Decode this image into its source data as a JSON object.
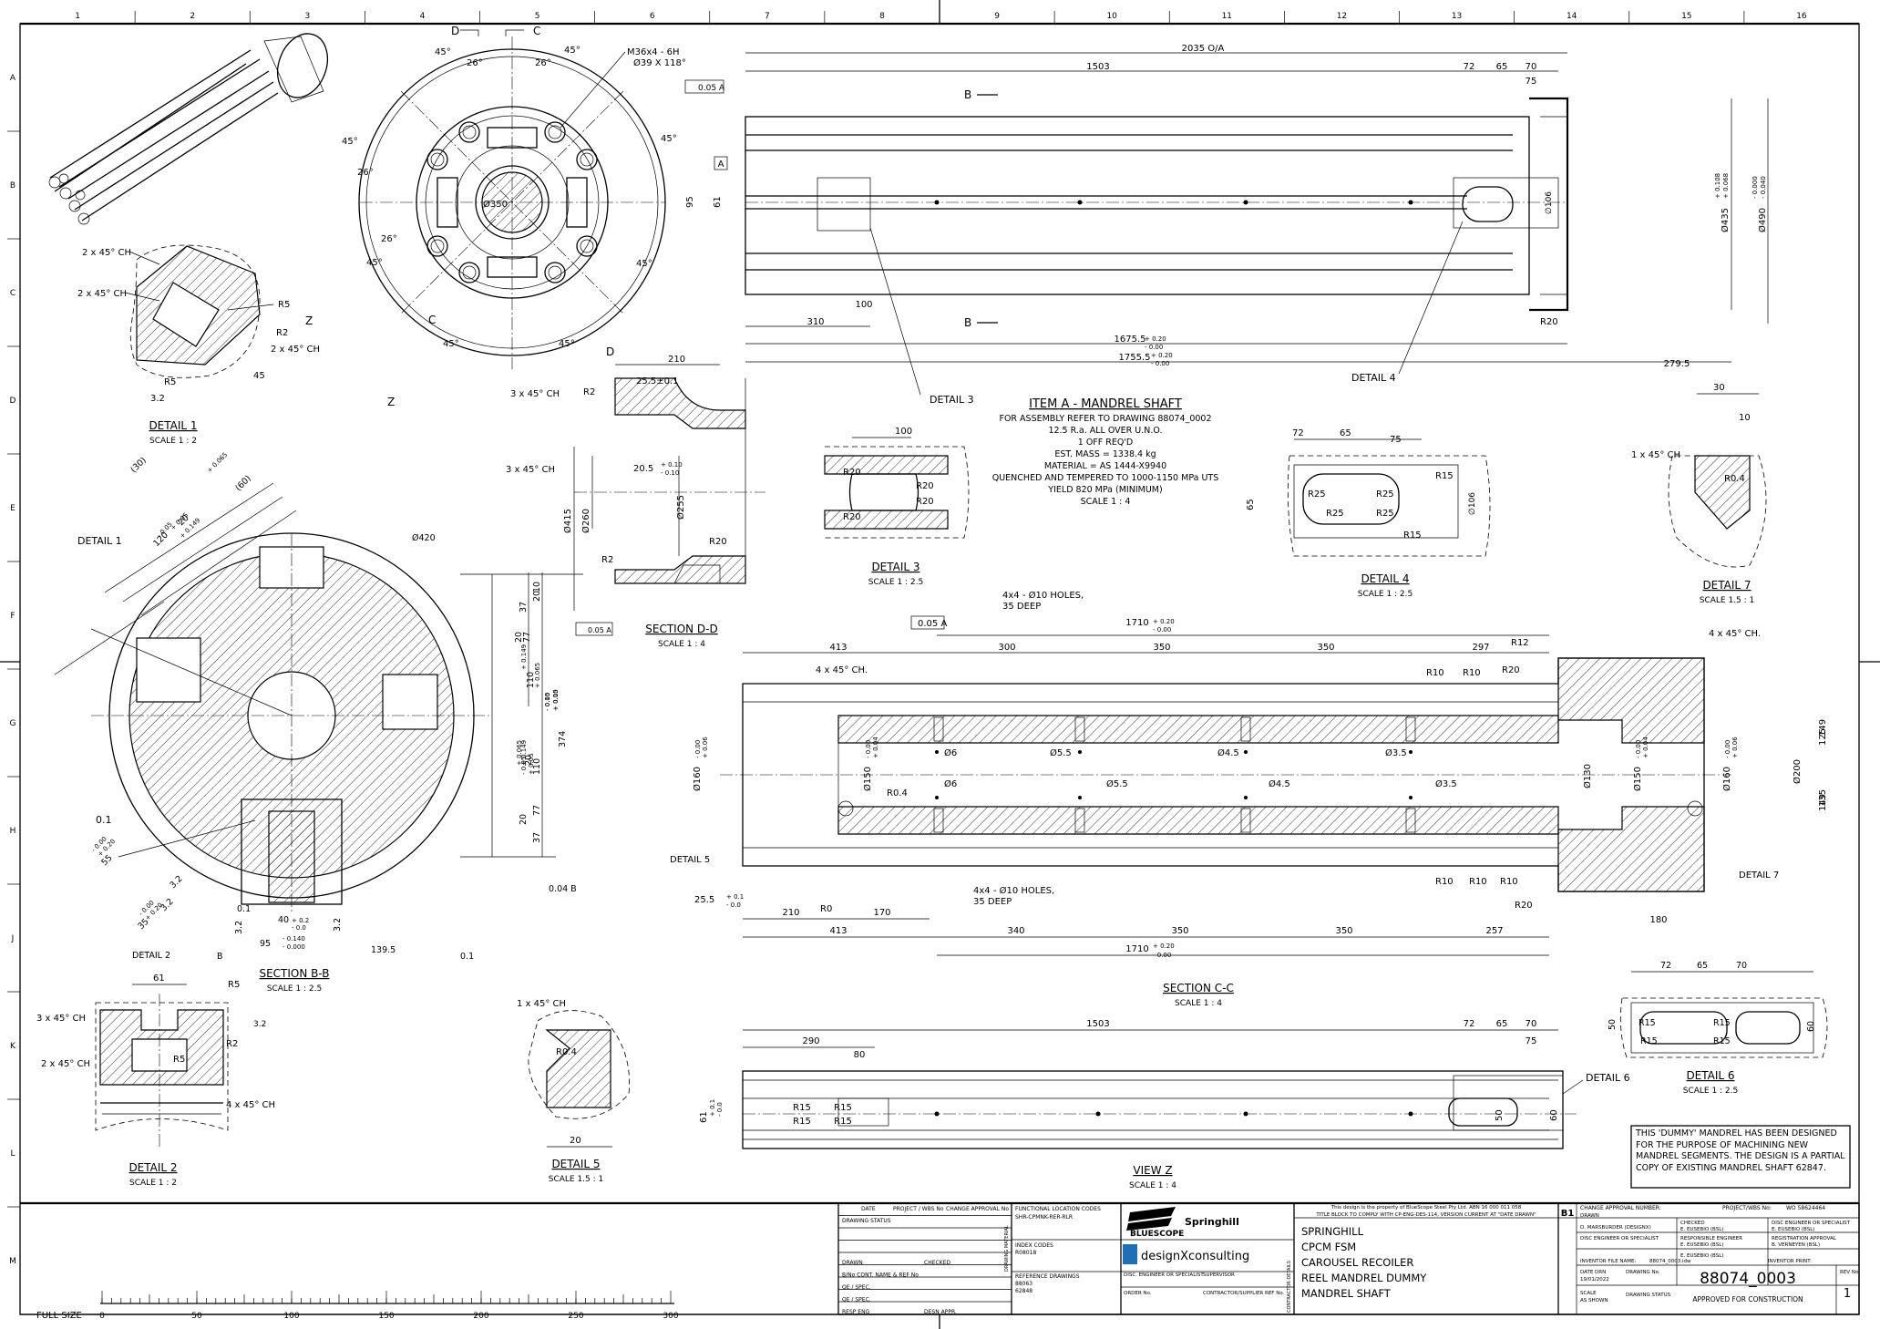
{
  "drawing": {
    "border": {
      "columns": [
        "1",
        "2",
        "3",
        "4",
        "5",
        "6",
        "7",
        "8",
        "9",
        "10",
        "11",
        "12",
        "13",
        "14",
        "15",
        "16"
      ],
      "rows": [
        "A",
        "B",
        "C",
        "D",
        "E",
        "F",
        "G",
        "H",
        "J",
        "K",
        "L",
        "M"
      ]
    },
    "scale_bar": {
      "label": "FULL SIZE",
      "ticks": [
        "0",
        "50",
        "100",
        "150",
        "200",
        "250",
        "300"
      ]
    },
    "front_view": {
      "top_dims": [
        "2035 O/A",
        "1503",
        "72",
        "65",
        "70",
        "75"
      ],
      "left_dims": [
        "95",
        "61"
      ],
      "bottom_dims": [
        "310",
        "100",
        "1675.5",
        "1755.5",
        "279.5"
      ],
      "tol_1675": [
        "+ 0.20",
        "- 0.00"
      ],
      "tol_1755": [
        "+ 0.20",
        "- 0.00"
      ],
      "right_dims": [
        "Ø435",
        "+ 0.108",
        "+ 0.068",
        "Ø490",
        "- 0.000",
        "- 0.040"
      ],
      "mid_dim": "∅106",
      "radius": "R20",
      "section_markers": [
        "B",
        "B"
      ],
      "datum": "A",
      "flatness": "0.05 A",
      "callouts": [
        "DETAIL 3",
        "DETAIL 4"
      ]
    },
    "end_view": {
      "callouts": [
        "D",
        "C",
        "C",
        "D",
        "Z",
        "Z"
      ],
      "thread": [
        "M36x4 - 6H",
        "Ø39 X 118°"
      ],
      "angles": [
        "45°",
        "26°",
        "26°",
        "45°",
        "45°",
        "26°",
        "26°",
        "45°",
        "45°",
        "45°",
        "45°",
        "45°"
      ],
      "diameter": "Ø350"
    },
    "item_note": {
      "title": "ITEM A - MANDREL SHAFT",
      "lines": [
        "FOR ASSEMBLY REFER TO DRAWING 88074_0002",
        "12.5 R.a. ALL OVER U.N.O.",
        "1 OFF REQ'D",
        "EST. MASS = 1338.4 kg",
        "MATERIAL = AS 1444-X9940",
        "QUENCHED AND TEMPERED TO 1000-1150 MPa UTS",
        "YIELD 820 MPa (MINIMUM)",
        "SCALE 1 : 4"
      ]
    },
    "detail_1": {
      "title": "DETAIL 1",
      "scale": "SCALE 1 : 2",
      "notes": [
        "2 x 45° CH",
        "2 x 45° CH",
        "R5",
        "R2",
        "2 x 45° CH",
        "R5",
        "45",
        "3.2"
      ]
    },
    "section_dd": {
      "title": "SECTION D-D",
      "scale": "SCALE 1 : 4",
      "notes": [
        "210",
        "25.5±0.1",
        "R2",
        "3 x 45° CH",
        "3 x 45° CH",
        "20.5",
        "+ 0.10",
        "- 0.10",
        "Ø415",
        "Ø260",
        "Ø255",
        "R20",
        "R2",
        "0.05 A"
      ]
    },
    "detail_3": {
      "title": "DETAIL 3",
      "scale": "SCALE 1 : 2.5",
      "notes": [
        "100",
        "R20",
        "R20",
        "R20",
        "R20"
      ]
    },
    "detail_4": {
      "title": "DETAIL 4",
      "scale": "SCALE 1 : 2.5",
      "notes": [
        "72",
        "65",
        "75",
        "R15",
        "R25",
        "R25",
        "R25",
        "R25",
        "R15",
        "65",
        "∅106"
      ]
    },
    "detail_7": {
      "title": "DETAIL 7",
      "scale": "SCALE 1.5 : 1",
      "notes": [
        "30",
        "10",
        "1 x 45° CH",
        "R0.4"
      ]
    },
    "section_bb": {
      "title": "SECTION B-B",
      "scale": "SCALE 1 : 2.5",
      "notes": [
        "DETAIL 1",
        "Ø420",
        "120",
        "+ 0.05",
        "- 0.05",
        "20",
        "+ 0.149",
        "+ 0.065",
        "(30)",
        "(60)",
        "10",
        "37",
        "20",
        "77",
        "20",
        "+ 0.149",
        "+ 0.065",
        "110",
        "+ 0.05",
        "- 0.05",
        "374",
        "+ 0.10",
        "- 0.10",
        "110",
        "+ 0.05",
        "- 0.05",
        "20",
        "+ 0.149",
        "+ 0.065",
        "37",
        "20",
        "77",
        "55",
        "+ 0.20",
        "- 0.00",
        "3.2",
        "35",
        "+ 0.20",
        "- 0.00",
        "3.2",
        "40",
        "+ 0.2",
        "- 0.0",
        "95",
        "- 0.140",
        "- 0.000",
        "139.5",
        "3.2",
        "3.2",
        "DETAIL 2",
        "0.1",
        "0.1",
        "0.04 B",
        "B",
        "0.1"
      ]
    },
    "detail_2": {
      "title": "DETAIL 2",
      "scale": "SCALE 1 : 2",
      "notes": [
        "61",
        "R5",
        "3 x 45° CH",
        "R2",
        "2 x 45° CH",
        "R5",
        "4 x 45° CH",
        "3.2"
      ]
    },
    "detail_5": {
      "title": "DETAIL 5",
      "scale": "SCALE 1.5 : 1",
      "notes": [
        "1 x 45° CH",
        "R0.4",
        "20"
      ]
    },
    "section_cc": {
      "title": "SECTION C-C",
      "scale": "SCALE 1 : 4",
      "top_dims": [
        "413",
        "300",
        "350",
        "350",
        "297",
        "1710",
        "+ 0.20",
        "- 0.00"
      ],
      "bottom_dims": [
        "210",
        "170",
        "413",
        "340",
        "350",
        "350",
        "257",
        "1710",
        "+ 0.20",
        "- 0.00",
        "180"
      ],
      "notes": [
        "4x4 - Ø10 HOLES,",
        "35 DEEP",
        "4 x 45° CH.",
        "0.05 A",
        "R12",
        "4 x 45° CH.",
        "R10",
        "R10",
        "R20",
        "Ø6",
        "Ø6",
        "Ø5.5",
        "Ø5.5",
        "Ø4.5",
        "Ø4.5",
        "Ø3.5",
        "Ø3.5",
        "R0.4",
        "Ø150",
        "+ 0.04",
        "- 0.00",
        "Ø160",
        "+ 0.06",
        "- 0.00",
        "Ø130",
        "Ø150",
        "+ 0.04",
        "- 0.00",
        "Ø160",
        "+ 0.06",
        "- 0.00",
        "Ø200",
        "125",
        "149",
        "135",
        "149",
        "DETAIL 5",
        "DETAIL 7",
        "25.5",
        "+ 0.1",
        "- 0.0",
        "4x4 - Ø10 HOLES,",
        "35 DEEP",
        "R10",
        "R10",
        "R10",
        "R20",
        "R0"
      ]
    },
    "view_z": {
      "title": "VIEW Z",
      "scale": "SCALE 1 : 4",
      "dims": [
        "1503",
        "290",
        "80",
        "72",
        "65",
        "70",
        "75",
        "61",
        "+ 0.1",
        "- 0.0",
        "R15",
        "R15",
        "R15",
        "R15",
        "50",
        "60"
      ],
      "callout": "DETAIL 6"
    },
    "detail_6": {
      "title": "DETAIL 6",
      "scale": "SCALE 1 : 2.5",
      "dims": [
        "72",
        "65",
        "70",
        "R15",
        "R15",
        "R15",
        "R15",
        "50",
        "60"
      ]
    },
    "dummy_note": "THIS 'DUMMY' MANDREL HAS BEEN DESIGNED FOR THE PURPOSE OF MACHINING NEW MANDREL SEGMENTS. THE DESIGN IS A PARTIAL COPY OF EXISTING MANDREL SHAFT 62847.",
    "title_block": {
      "rev_table_headers": [
        "DATE",
        "PROJECT / WBS No",
        "CHANGE APPROVAL No"
      ],
      "drawing_status": "DRAWING STATUS",
      "rev_rows": [
        "DRAWN",
        "CHECKED",
        "B/No CONT. NAME & REF No",
        "QE / SPEC.",
        "QE / SPEC.",
        "RESP ENG",
        "DESN APPR."
      ],
      "functional_location_label": "FUNCTIONAL LOCATION CODES",
      "functional_location_value": "SHR-CPMNK-RER-RLR",
      "index_codes_label": "INDEX CODES",
      "index_codes_value": "R08018",
      "reference_label": "REFERENCE DRAWINGS",
      "reference_values": [
        "88063",
        "62848"
      ],
      "side_label": "DRAWING MATERIAL",
      "brand_1": "BLUESCOPE",
      "brand_2": "Springhill",
      "brand_3": "designXconsulting",
      "disc_engineer_label": "DISC. ENGINEER OR SPECIALIST",
      "supervisor_label": "SUPERVISOR",
      "order_label": "ORDER No.",
      "contractor_label": "CONTRACTOR/SUPPLIER REF No.",
      "contractor_side": "CONTRACTOR DETAILS",
      "property_note": "This design is the property of BlueScope Steel Pty Ltd.  ABN 16 000 011 058",
      "comply_note": "TITLE BLOCK TO COMPLY WITH CP-ENG-DES-114, VERSION CURRENT AT \"DATE DRAWN\"",
      "sheet_size": "B1",
      "title_lines": [
        "SPRINGHILL",
        "CPCM FSM",
        "CAROUSEL RECOILER",
        "REEL MANDREL DUMMY",
        "MANDREL SHAFT"
      ],
      "change_approval_label": "CHANGE APPROVAL NUMBER:",
      "project_label": "PROJECT/WBS No:",
      "project_value": "WO 58624464",
      "drawn_label": "DRAWN",
      "drawn_value": "D. MARSBURDER (DESIGNX)",
      "checked_label": "CHECKED",
      "checked_value": "E. EUSEBIO (BSL)",
      "disc_eng_label": "DISC ENGINEER OR SPECIALIST",
      "disc_eng_value": "E. EUSEBIO (BSL)",
      "disc_eng_value_2": "E. EUSEBIO (BSL)",
      "responsible_label": "RESPONSIBLE ENGINEER",
      "responsible_value": "E. EUSEBIO (BSL)",
      "registration_label": "REGISTRATION APPROVAL",
      "registration_value": "B. VERNEYEN (BSL)",
      "inventor_file_label": "INVENTOR FILE NAME:",
      "inventor_file_value": "88074_0003.idw",
      "inventor_print_label": "INVENTOR PRINT:",
      "date_drn_label": "DATE DRN",
      "date_drn_value": "19/01/2022",
      "drawing_no_label": "DRAWING No.",
      "drawing_no": "88074_0003",
      "rev_label": "REV No",
      "rev_value": "1",
      "scale_label": "SCALE",
      "scale_value": "AS SHOWN",
      "status_label": "DRAWING STATUS",
      "status_value": "APPROVED FOR CONSTRUCTION"
    }
  }
}
